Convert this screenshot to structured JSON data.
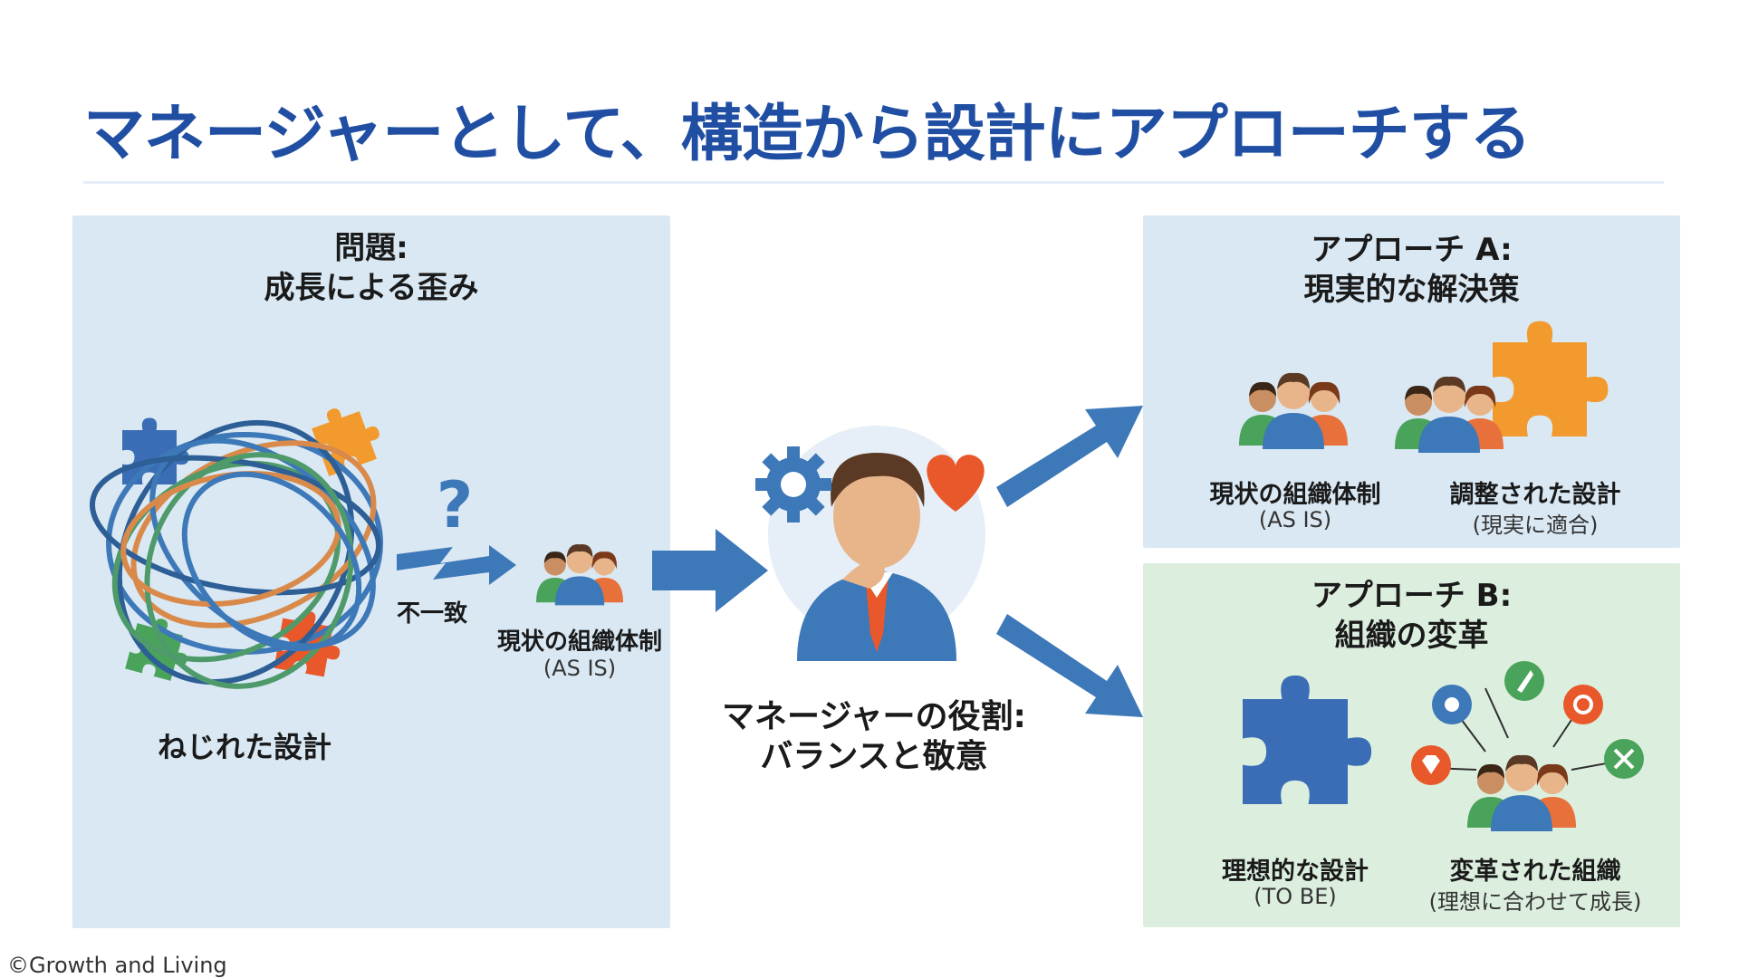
{
  "title": "マネージャーとして、構造から設計にアプローチする",
  "problem": {
    "heading_line1": "問題:",
    "heading_line2": "成長による歪み",
    "tangled_label": "ねじれた設計",
    "question_mark": "?",
    "mismatch_label": "不一致",
    "team_label": "現状の組織体制",
    "team_sub": "(AS IS)"
  },
  "manager": {
    "label_line1": "マネージャーの役割:",
    "label_line2": "バランスと敬意"
  },
  "approach_a": {
    "heading_line1": "アプローチ A:",
    "heading_line2": "現実的な解決策",
    "team_label": "現状の組織体制",
    "team_sub": "(AS IS)",
    "design_label": "調整された設計",
    "design_sub": "(現実に適合)"
  },
  "approach_b": {
    "heading_line1": "アプローチ B:",
    "heading_line2": "組織の変革",
    "ideal_label": "理想的な設計",
    "ideal_sub": "(TO BE)",
    "org_label": "変革された組織",
    "org_sub": "(理想に合わせて成長)"
  },
  "footer": {
    "copyright": "©Growth and Living"
  },
  "colors": {
    "title_blue": "#1f4ea3",
    "arrow_blue": "#3d78b8",
    "panel_blue": "#d9e8f3",
    "panel_green": "#dcefdf",
    "puzzle_orange": "#f29a2e",
    "puzzle_blue": "#3a6db5",
    "heart_orange": "#e8582a"
  }
}
